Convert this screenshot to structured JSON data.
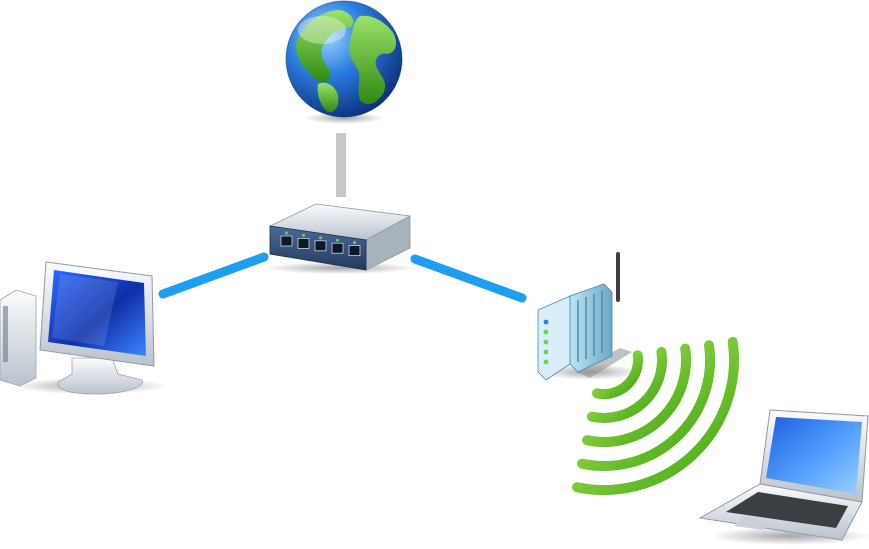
{
  "diagram": {
    "nodes": [
      {
        "id": "internet",
        "icon": "globe-icon"
      },
      {
        "id": "switch",
        "icon": "network-switch-icon",
        "ports": 5
      },
      {
        "id": "desktop",
        "icon": "desktop-computer-icon"
      },
      {
        "id": "wireless-router",
        "icon": "wireless-router-icon"
      },
      {
        "id": "laptop",
        "icon": "laptop-icon"
      }
    ],
    "links": [
      {
        "from": "internet",
        "to": "switch",
        "type": "wired",
        "color": "#c8c8c8"
      },
      {
        "from": "switch",
        "to": "desktop",
        "type": "wired",
        "color": "#1e9ef0"
      },
      {
        "from": "switch",
        "to": "wireless-router",
        "type": "wired",
        "color": "#1e9ef0"
      },
      {
        "from": "wireless-router",
        "to": "laptop",
        "type": "wireless",
        "color": "#6cc21a",
        "signal_arcs": 5
      }
    ],
    "colors": {
      "ocean": "#1b67c8",
      "land": "#5cb82c",
      "screen": "#1747c9",
      "device_body": "#dfe6ee",
      "switch_body": "#3d5a86",
      "port_led": "#6fd34a"
    }
  }
}
